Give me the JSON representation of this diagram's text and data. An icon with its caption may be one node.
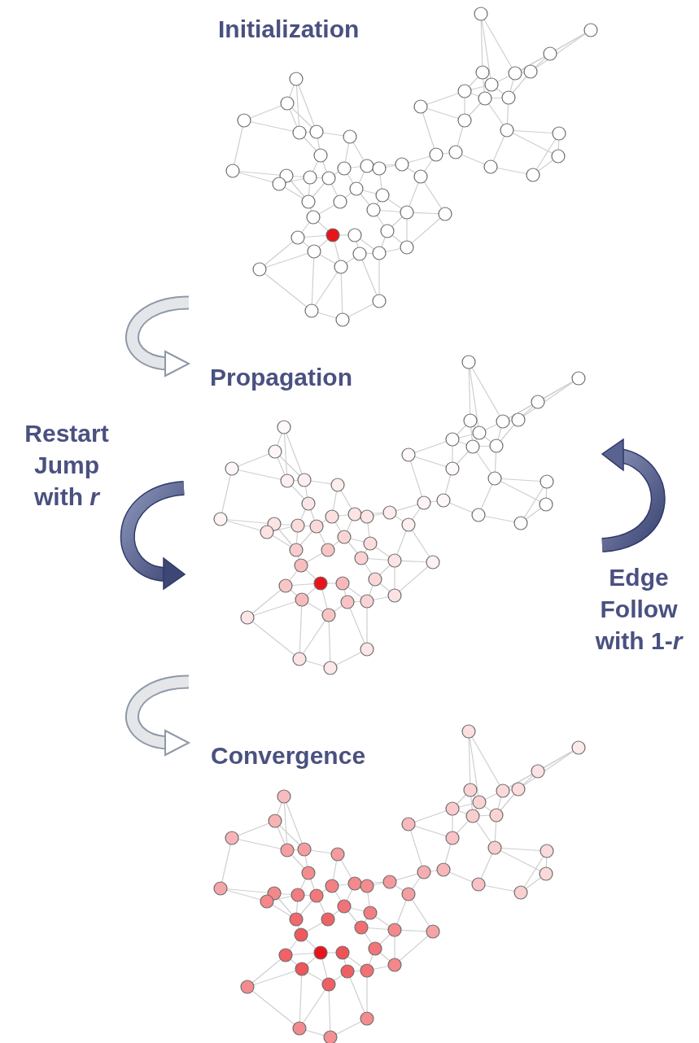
{
  "diagram": {
    "labels": [
      "Initialization",
      "Propagation",
      "Convergence",
      "Restart Jump with *r*",
      "Edge Follow with 1-*r*"
    ]
  }
}
